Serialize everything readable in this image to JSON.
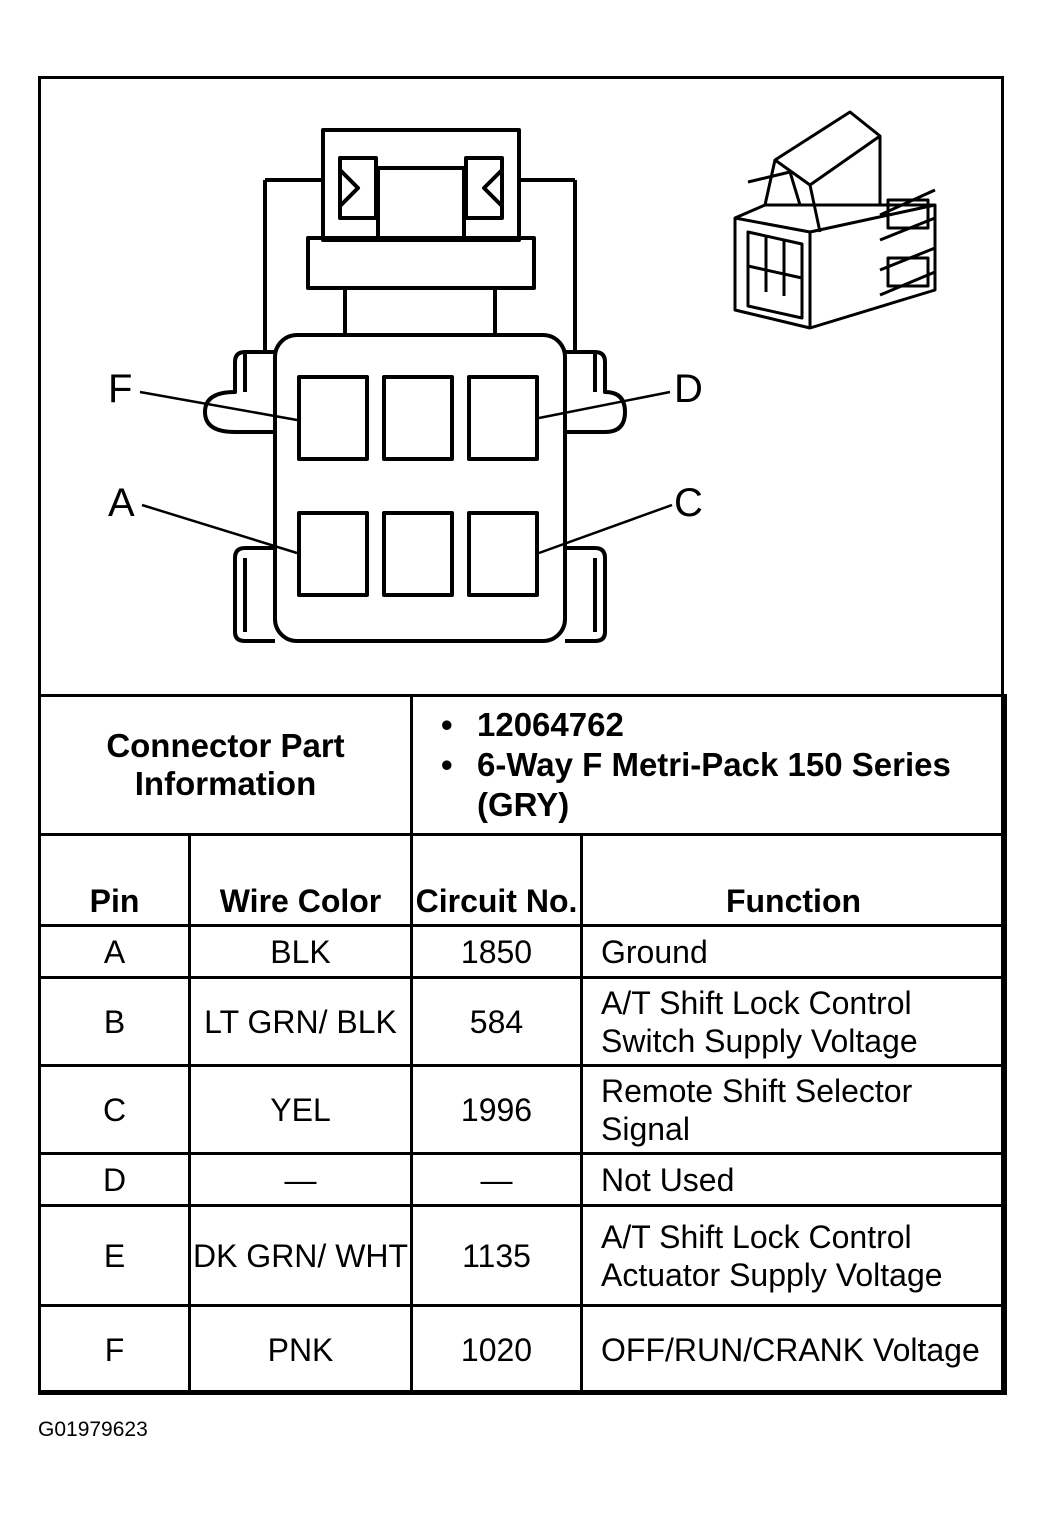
{
  "connector_info": {
    "label": "Connector Part Information",
    "details": [
      "12064762",
      "6-Way F Metri-Pack 150 Series (GRY)"
    ]
  },
  "pin_callouts": [
    "F",
    "D",
    "A",
    "C"
  ],
  "table": {
    "headers": [
      "Pin",
      "Wire Color",
      "Circuit No.",
      "Function"
    ],
    "rows": [
      {
        "pin": "A",
        "wire_color": "BLK",
        "circuit": "1850",
        "function": "Ground"
      },
      {
        "pin": "B",
        "wire_color": "LT GRN/ BLK",
        "circuit": "584",
        "function": "A/T Shift Lock Control Switch Supply Voltage"
      },
      {
        "pin": "C",
        "wire_color": "YEL",
        "circuit": "1996",
        "function": "Remote Shift Selector Signal"
      },
      {
        "pin": "D",
        "wire_color": "—",
        "circuit": "—",
        "function": "Not Used"
      },
      {
        "pin": "E",
        "wire_color": "DK GRN/ WHT",
        "circuit": "1135",
        "function": "A/T Shift Lock Control Actuator Supply Voltage"
      },
      {
        "pin": "F",
        "wire_color": "PNK",
        "circuit": "1020",
        "function": "OFF/RUN/CRANK Voltage"
      }
    ]
  },
  "figure_id": "G01979623"
}
